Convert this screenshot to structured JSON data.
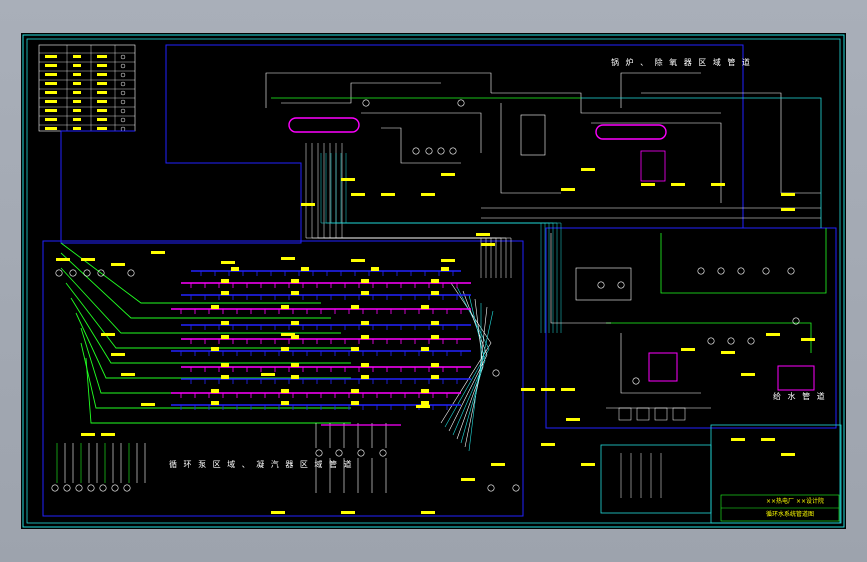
{
  "drawing": {
    "section_titles": {
      "boiler_area": "锅 炉 、 除 氧 器 区 域 管 道",
      "circulation_area": "循 环 泵 区 域 、 凝 汽 器 区 域 管 道",
      "water_supply": "给 水 管 道"
    },
    "title_block": {
      "line1": "××热电厂 ××设计院",
      "line2": "循环水系统管道图"
    },
    "legend_rows": 9
  },
  "colors": {
    "background": "#000000",
    "frame": "#22dddd",
    "pipe_blue": "#2222ff",
    "pipe_magenta": "#ff00ff",
    "pipe_green": "#22ff22",
    "pipe_cyan": "#22dddd",
    "label": "#ffff00",
    "white": "#ffffff"
  }
}
